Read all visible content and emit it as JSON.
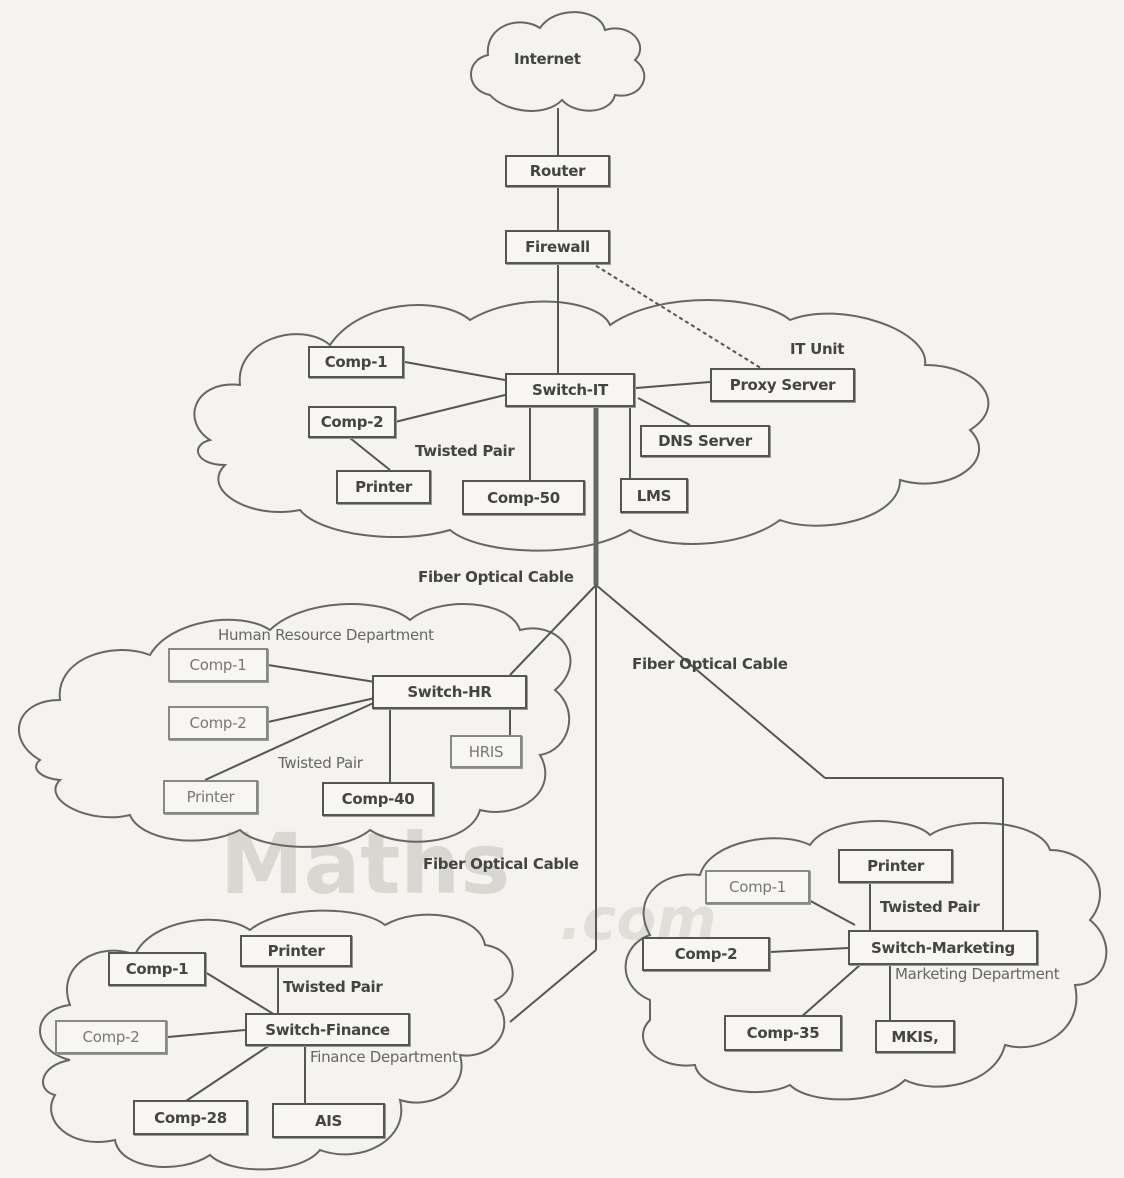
{
  "clouds": {
    "internet": "Internet",
    "it_unit": "IT Unit",
    "hr": "Human Resource Department",
    "finance": "Finance Department",
    "marketing": "Marketing Department"
  },
  "top": {
    "router": "Router",
    "firewall": "Firewall"
  },
  "it": {
    "switch": "Switch-IT",
    "comp1": "Comp-1",
    "comp2": "Comp-2",
    "printer": "Printer",
    "comp50": "Comp-50",
    "lms": "LMS",
    "dns": "DNS Server",
    "proxy": "Proxy Server",
    "twisted": "Twisted Pair"
  },
  "hr": {
    "switch": "Switch-HR",
    "comp1": "Comp-1",
    "comp2": "Comp-2",
    "printer": "Printer",
    "comp40": "Comp-40",
    "hris": "HRIS",
    "twisted": "Twisted Pair"
  },
  "finance": {
    "switch": "Switch-Finance",
    "comp1": "Comp-1",
    "comp2": "Comp-2",
    "printer": "Printer",
    "comp28": "Comp-28",
    "ais": "AIS",
    "twisted": "Twisted Pair"
  },
  "marketing": {
    "switch": "Switch-Marketing",
    "comp1": "Comp-1",
    "comp2": "Comp-2",
    "printer": "Printer",
    "comp35": "Comp-35",
    "mkis": "MKIS,",
    "twisted": "Twisted Pair"
  },
  "cables": {
    "fiber1": "Fiber Optical Cable",
    "fiber2": "Fiber Optical Cable",
    "fiber3": "Fiber Optical Cable"
  },
  "watermark": {
    "main": "Maths",
    "sub": ".com"
  }
}
